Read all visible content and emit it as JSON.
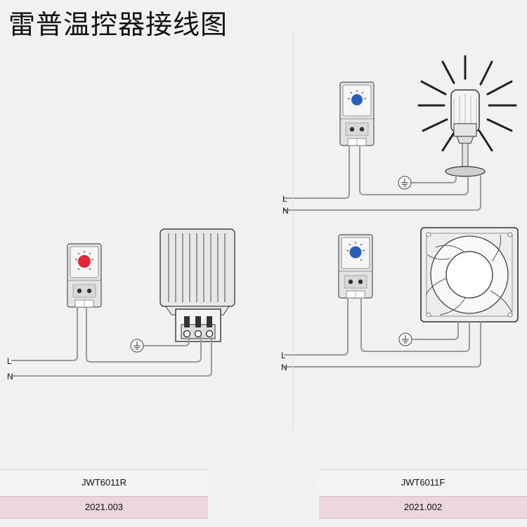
{
  "title": "雷普温控器接线图",
  "wire_labels": {
    "live": "L",
    "neutral": "N"
  },
  "colors": {
    "background": "#f1f1f3",
    "wire": "#9a9a9a",
    "thermostat_dial_heater": "#e0283a",
    "thermostat_dial_fan": "#2a5fb8",
    "thermostat_dial_light": "#2a5fb8",
    "date_band": "#ecd6e0"
  },
  "icons": [
    "thermostat-icon",
    "heater-icon",
    "lamp-icon",
    "fan-icon",
    "ground-icon"
  ],
  "panels": {
    "left": {
      "model": "JWT6011R",
      "date": "2021.003"
    },
    "right": {
      "model": "JWT6011F",
      "date": "2021.002"
    }
  }
}
